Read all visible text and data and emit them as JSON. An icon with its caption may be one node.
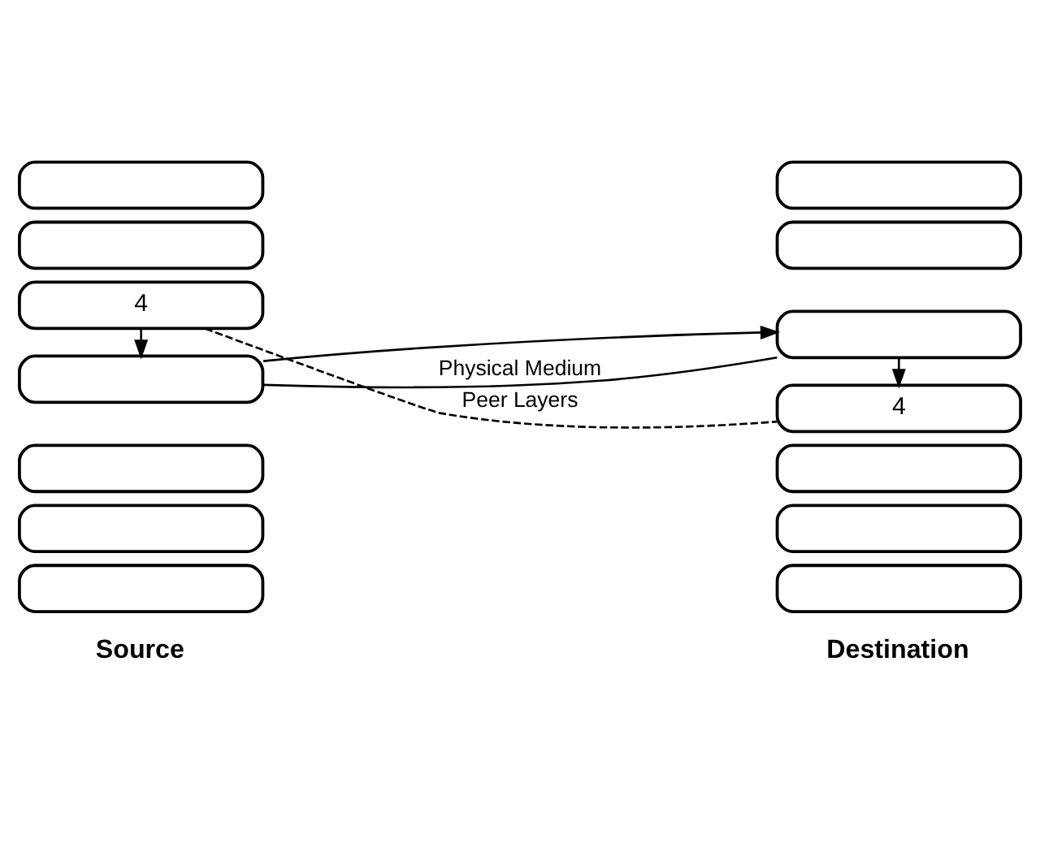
{
  "diagram": {
    "nodes": [
      {
        "text": [],
        "shape": "box"
      },
      {
        "text": [],
        "shape": "box"
      },
      {
        "text": [],
        "shape": "box"
      },
      {
        "text": [
          "4"
        ]
      },
      {
        "text": [],
        "shape": "box"
      },
      {
        "text": [],
        "shape": "box"
      },
      {
        "text": [],
        "shape": "box"
      },
      {
        "text": [],
        "shape": "box"
      },
      {
        "text": [],
        "shape": "box"
      },
      {
        "text": [],
        "shape": "box"
      },
      {
        "text": [
          "4"
        ]
      },
      {
        "text": [],
        "shape": "box"
      },
      {
        "text": [],
        "shape": "box"
      },
      {
        "text": [],
        "shape": "box"
      }
    ],
    "edges": [
      {
        "from": 3,
        "to": 6,
        "arrow": "to"
      },
      {
        "from": 6,
        "to": 13,
        "arrow": "to"
      },
      {
        "from": 13,
        "to": 10,
        "arrow": "to"
      },
      {
        "from": 6,
        "to": 13,
        "arrow": "none",
        "label": "Physical Medium"
      },
      {
        "from": 3,
        "to": 10,
        "arrow": "none",
        "style": "dashed",
        "label": "Peer Layers"
      }
    ],
    "labels": [
      "Source",
      "Destination"
    ]
  }
}
